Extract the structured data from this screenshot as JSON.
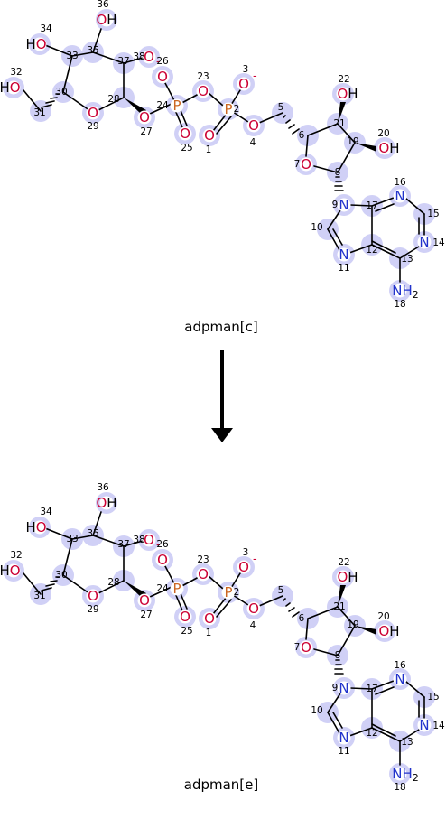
{
  "molecules": [
    {
      "caption": "adpman[c]"
    },
    {
      "caption": "adpman[e]"
    }
  ],
  "arrow": {
    "direction": "down"
  },
  "colors": {
    "oxygen": "#cc0033",
    "nitrogen": "#2233cc",
    "phosphorus": "#cc6622",
    "bond": "#000000",
    "highlight": "#c8c8f4"
  },
  "atom_symbols": {
    "O": "O",
    "N": "N",
    "P": "P",
    "H": "H",
    "NH": "NH",
    "sub2": "2",
    "minus": "-"
  },
  "atom_numbers": [
    "1",
    "2",
    "3",
    "4",
    "5",
    "6",
    "7",
    "8",
    "9",
    "10",
    "11",
    "12",
    "13",
    "14",
    "15",
    "16",
    "17",
    "18",
    "19",
    "20",
    "21",
    "22",
    "23",
    "24",
    "25",
    "26",
    "27",
    "28",
    "29",
    "30",
    "31",
    "32",
    "33",
    "34",
    "35",
    "36",
    "37",
    "38"
  ]
}
